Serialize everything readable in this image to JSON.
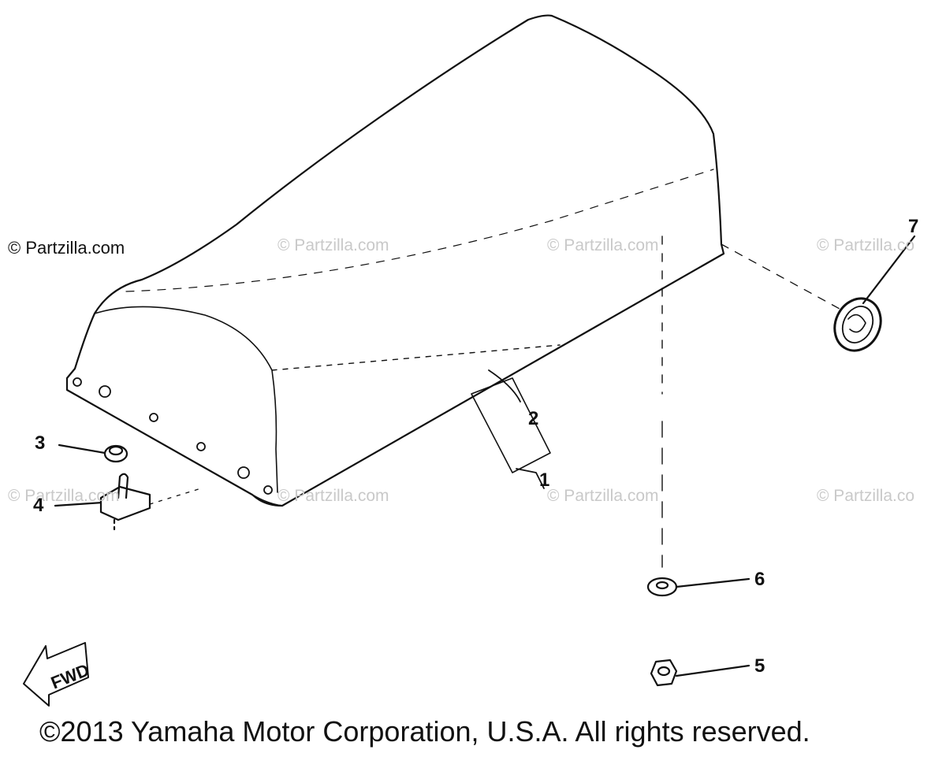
{
  "watermarks": {
    "primary": "© Partzilla.com",
    "repeat": "© Partzilla.com",
    "cut": "© Partzilla.co"
  },
  "callouts": [
    "1",
    "2",
    "3",
    "4",
    "5",
    "6",
    "7"
  ],
  "fwd_label": "FWD",
  "copyright": "©2013 Yamaha Motor Corporation, U.S.A. All rights reserved."
}
